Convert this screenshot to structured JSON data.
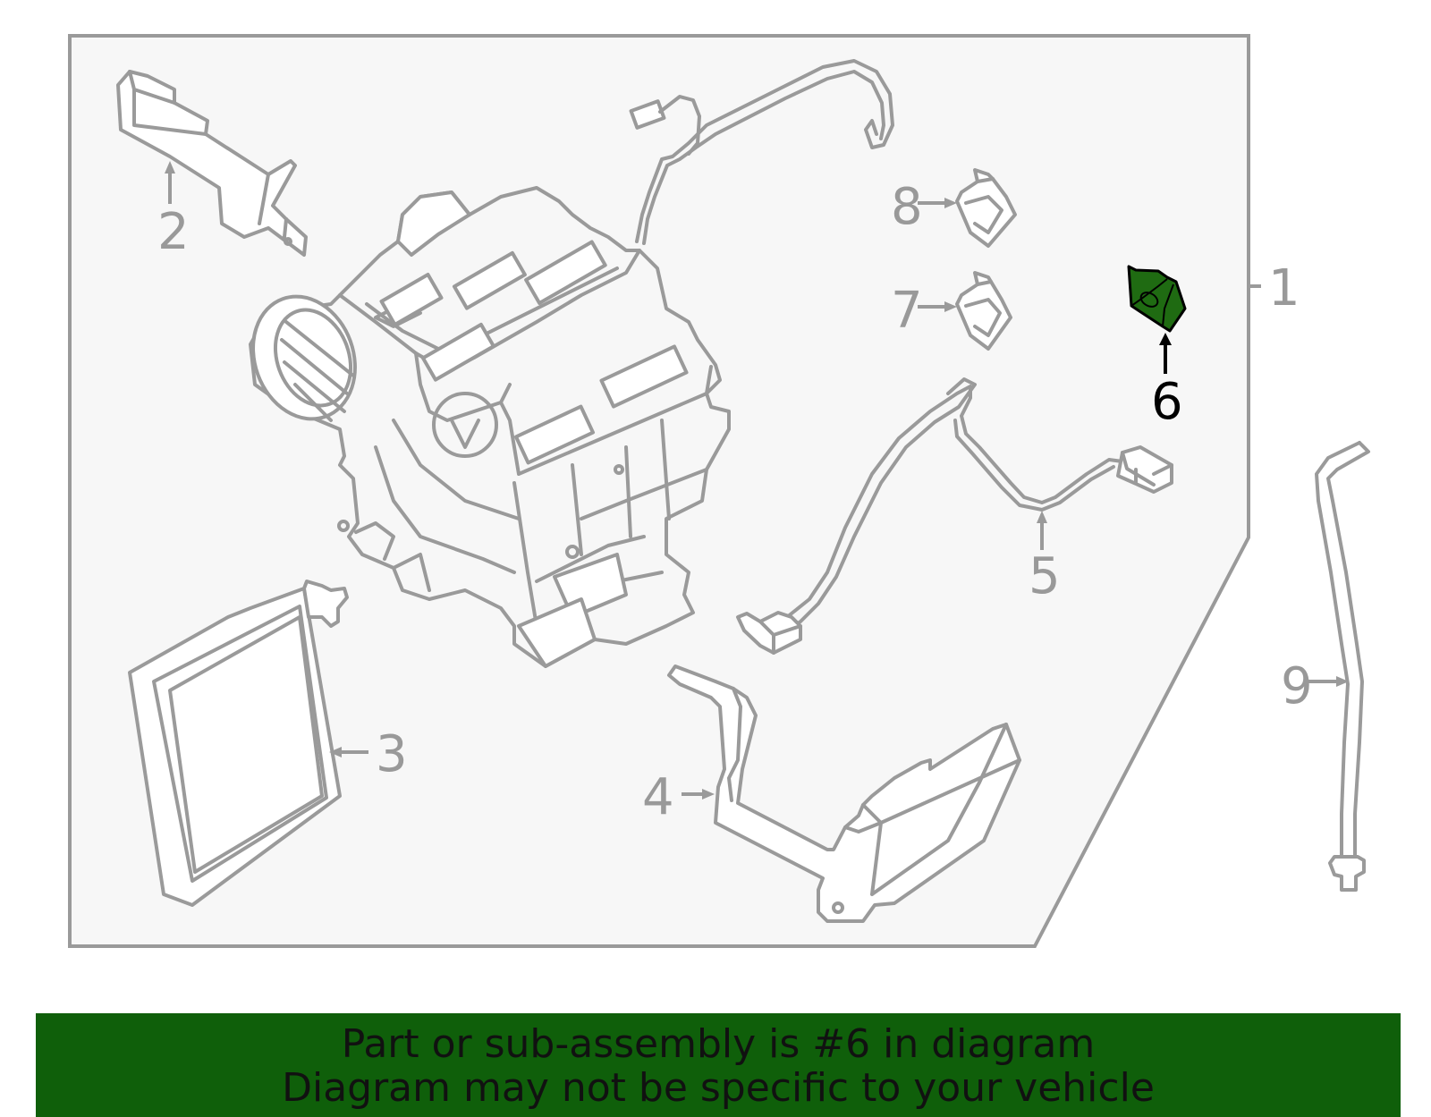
{
  "callouts": {
    "c1": "1",
    "c2": "2",
    "c3": "3",
    "c4": "4",
    "c5": "5",
    "c6": "6",
    "c7": "7",
    "c8": "8",
    "c9": "9"
  },
  "highlight": {
    "part_number": "6",
    "color": "#1f6b12"
  },
  "banner": {
    "line1": "Part or sub-assembly is #6 in diagram",
    "line2": "Diagram may not be specific to your vehicle",
    "color": "#0f5f0a"
  },
  "colors": {
    "line": "#9a9a9a",
    "panel": "#f7f7f7"
  }
}
